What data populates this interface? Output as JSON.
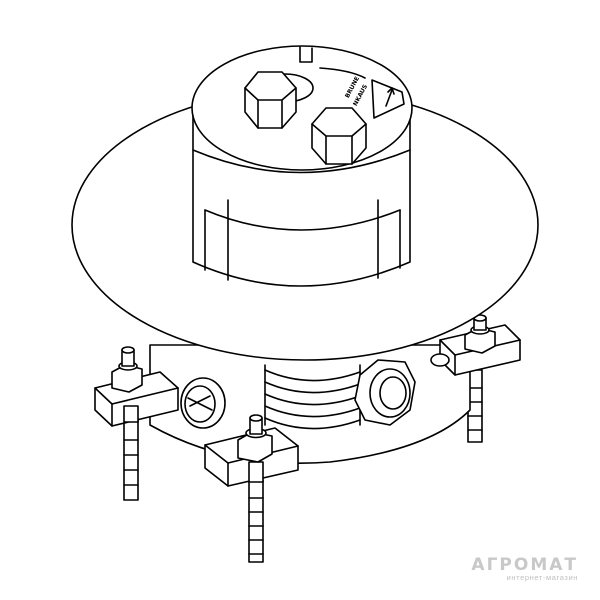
{
  "diagram": {
    "label_top": "BRUNE",
    "label_bottom": "NKAUS",
    "stroke": "#000000",
    "fill": "#ffffff"
  },
  "watermark": {
    "title": "АГРОМАТ",
    "subtitle": "интернет-магазин",
    "color": "#c0c0c0"
  }
}
